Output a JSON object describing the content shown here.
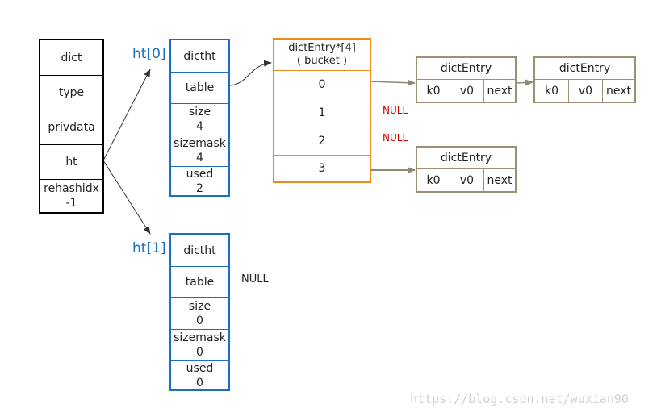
{
  "dict": {
    "fields": [
      "dict",
      "type",
      "privdata",
      "ht",
      "rehashidx\n-1"
    ]
  },
  "ht0": {
    "label": "ht[0]",
    "fields": [
      "dictht",
      "table",
      "size\n4",
      "sizemask\n4",
      "used\n2"
    ]
  },
  "ht1": {
    "label": "ht[1]",
    "fields": [
      "dictht",
      "table",
      "size\n0",
      "sizemask\n0",
      "used\n0"
    ],
    "table_null": "NULL"
  },
  "bucket": {
    "header": "dictEntry*[4]\n( bucket )",
    "cells": [
      "0",
      "1",
      "2",
      "3"
    ],
    "nulls": [
      "NULL",
      "NULL"
    ]
  },
  "entries": {
    "entry_a": {
      "title": "dictEntry",
      "fields": [
        "k0",
        "v0",
        "next"
      ]
    },
    "entry_b": {
      "title": "dictEntry",
      "fields": [
        "k0",
        "v0",
        "next"
      ]
    },
    "entry_c": {
      "title": "dictEntry",
      "fields": [
        "k0",
        "v0",
        "next"
      ]
    }
  },
  "colors": {
    "dict_border": "#000000",
    "ht_border": "#1a6fc4",
    "bucket_border": "#f08a17",
    "entry_border": "#9a9177",
    "null_red": "#cc0000"
  },
  "watermark": "https://blog.csdn.net/wuxian90"
}
